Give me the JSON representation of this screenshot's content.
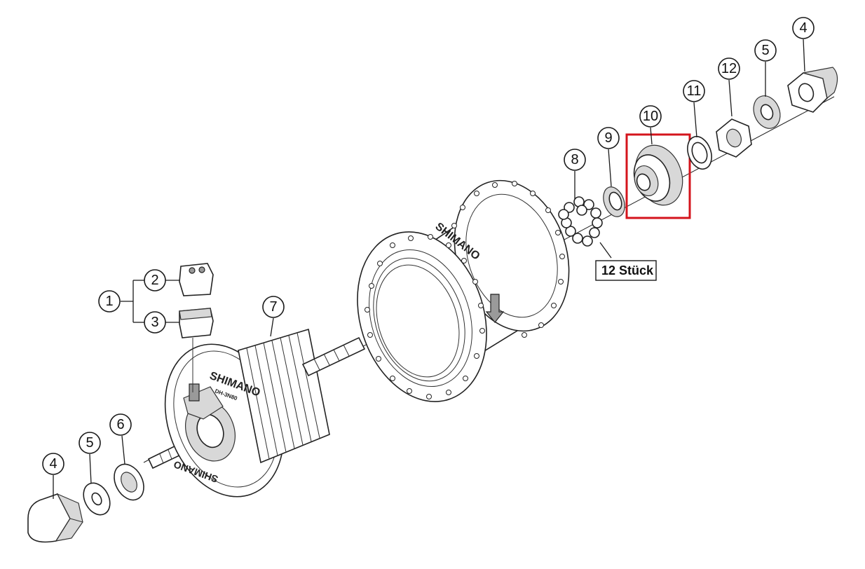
{
  "brand_text": "SHIMANO",
  "model_text": "DH-3N80",
  "quantity_note": "12 Stück",
  "highlight_color": "#d4141c",
  "callouts": {
    "c1": "1",
    "c2": "2",
    "c3": "3",
    "c4a": "4",
    "c5a": "5",
    "c6": "6",
    "c7": "7",
    "c8": "8",
    "c9": "9",
    "c10": "10",
    "c11": "11",
    "c12": "12",
    "c5b": "5",
    "c4b": "4"
  },
  "highlighted_part": "10"
}
